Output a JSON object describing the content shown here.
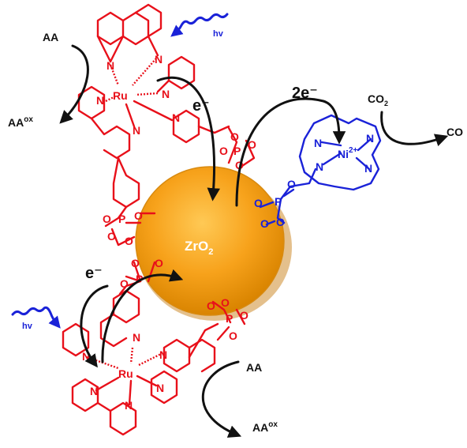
{
  "labels": {
    "aa_top": "AA",
    "aa_ox_top": "AA",
    "aa_ox_top_sup": "ox",
    "hv_top": "hv",
    "e_top": "e⁻",
    "two_e": "2e⁻",
    "co2": "CO",
    "co2_sub": "2",
    "co": "CO",
    "zro2": "ZrO",
    "zro2_sub": "2",
    "e_bottom": "e⁻",
    "hv_bottom": "hv",
    "aa_bottom": "AA",
    "aa_ox_bottom": "AA",
    "aa_ox_bottom_sup": "ox"
  },
  "atoms": {
    "ru": "Ru",
    "n": "N",
    "o": "O",
    "p": "P",
    "ni": "Ni",
    "ni_charge": "2+"
  },
  "colors": {
    "ruthenium_complex": "#e8101a",
    "nickel_complex": "#1a22d8",
    "light_wave": "#1a22d8",
    "arrows": "#111111",
    "particle_fill": "#f7a21b",
    "particle_highlight": "#ffd36a",
    "particle_shadow": "#c97800"
  },
  "icons": {
    "light": "wavy-arrow-icon",
    "electron_transfer": "curved-arrow-icon"
  }
}
